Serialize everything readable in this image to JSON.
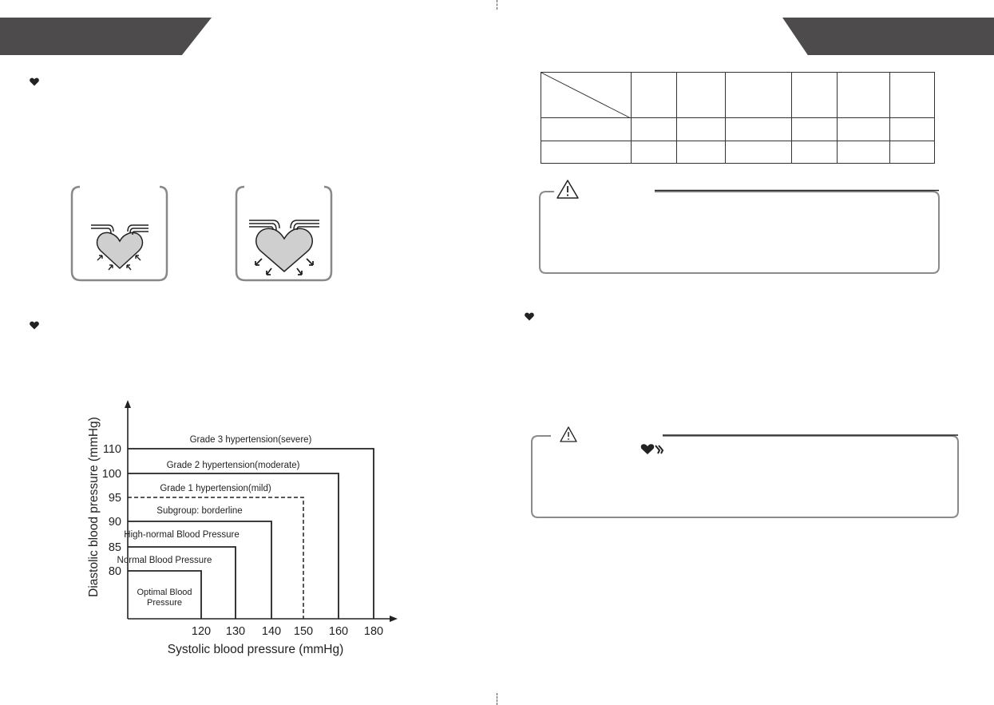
{
  "header": {
    "left_banner_color": "#4e4b4c",
    "right_banner_color": "#4e4b4c"
  },
  "icons": {
    "section_bullet": "heart-icon",
    "caution": "warning-triangle-icon",
    "irregular_heartbeat": "irregular-heartbeat-icon"
  },
  "chart_data": {
    "type": "step-area",
    "xlabel": "Systolic blood pressure (mmHg)",
    "ylabel": "Diastolic blood pressure (mmHg)",
    "x_ticks": [
      120,
      130,
      140,
      150,
      160,
      180
    ],
    "y_ticks": [
      80,
      85,
      90,
      95,
      100,
      110
    ],
    "regions": [
      {
        "label": "Grade 3 hypertension(severe)",
        "systolic": 180,
        "diastolic": 110,
        "dashed": false
      },
      {
        "label": "Grade 2 hypertension(moderate)",
        "systolic": 160,
        "diastolic": 100,
        "dashed": false
      },
      {
        "label": "Grade 1 hypertension(mild)",
        "systolic": 150,
        "diastolic": 95,
        "dashed": true
      },
      {
        "label": "Subgroup: borderline",
        "systolic": 140,
        "diastolic": 90,
        "dashed": false
      },
      {
        "label": "High-normal Blood Pressure",
        "systolic": 130,
        "diastolic": 85,
        "dashed": false
      },
      {
        "label": "Normal Blood Pressure",
        "systolic": 120,
        "diastolic": 80,
        "dashed": false
      },
      {
        "label": "Optimal Blood Pressure",
        "systolic": 120,
        "diastolic": 80,
        "dashed": false
      }
    ]
  },
  "table": {
    "columns": 7,
    "rows": 3
  }
}
